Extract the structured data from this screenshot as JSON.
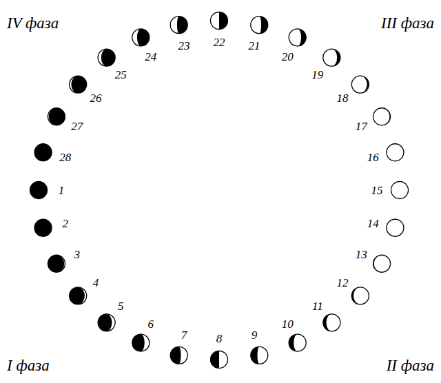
{
  "diagram": {
    "labels": [
      "1",
      "2",
      "3",
      "4",
      "5",
      "6",
      "7",
      "8",
      "9",
      "10",
      "11",
      "12",
      "13",
      "14",
      "15",
      "16",
      "17",
      "18",
      "19",
      "20",
      "21",
      "22",
      "23",
      "24",
      "25",
      "26",
      "27",
      "28",
      "I фаза",
      "II фаза",
      "III фаза",
      "IV фаза"
    ]
  }
}
